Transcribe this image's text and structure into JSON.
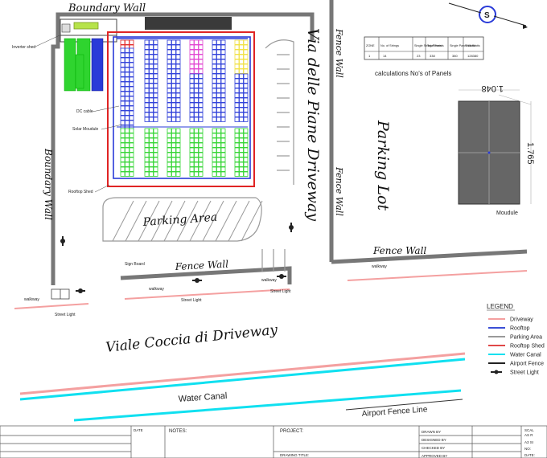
{
  "labels": {
    "boundary_wall_top": "Boundary Wall",
    "boundary_wall_side": "Boundary Wall",
    "inverter_shed": "Inverter shed",
    "dc_cable": "DC cable",
    "solar_module": "Solar Moudule",
    "rooftop_shed": "Rooftop Shed",
    "parking_area": "Parking Area",
    "via_delle_piane": "Via delle Piane Driveway",
    "fence_wall_right_top": "Fence Wall",
    "fence_wall_right_mid": "Fence Wall",
    "fence_wall_bottom": "Fence Wall",
    "fence_wall_right_bottom": "Fence Wall",
    "parking_lot": "Parking Lot",
    "sign_board": "Sign Board",
    "walkway_1": "walkway",
    "walkway_2": "walkway",
    "walkway_3": "walkway",
    "walkway_4": "walkway",
    "street_light_1": "Street Light",
    "street_light_2": "Street Light",
    "street_light_3": "Street Light",
    "viale_coccia": "Viale Coccia di Driveway",
    "water_canal": "Water Canal",
    "airport_fence_line": "Airport Fence Line",
    "calculations": "calculations No's of Panels",
    "module_width": "1.048",
    "module_height": "1.765",
    "module_caption": "Moudule",
    "compass": "S"
  },
  "calc_table": {
    "headers": [
      "ZONE",
      "No. of Strings",
      "Single String Panels",
      "Total Panels",
      "Single Panel Watts",
      "Total Watts"
    ],
    "row": [
      "1",
      "14",
      "23",
      "338",
      "380",
      "128380"
    ]
  },
  "legend": {
    "title": "LEGEND",
    "items": [
      {
        "label": "Driveway",
        "color": "#f4a0a0",
        "kind": "line"
      },
      {
        "label": "Rooftop",
        "color": "#3b4fd6",
        "kind": "line"
      },
      {
        "label": "Parking Area",
        "color": "#999999",
        "kind": "line"
      },
      {
        "label": "Rooftop Shed",
        "color": "#e04848",
        "kind": "line"
      },
      {
        "label": "Water Canal",
        "color": "#10e0f0",
        "kind": "line"
      },
      {
        "label": "Airport Fence",
        "color": "#222222",
        "kind": "line"
      },
      {
        "label": "Street Light",
        "color": "#222222",
        "kind": "symbol"
      }
    ]
  },
  "title_block": {
    "date": "DATE",
    "notes": "NOTES:",
    "project": "PROJECT:",
    "drawing_title": "DRAWING TITLE:",
    "drawn_by": "DRAWN BY",
    "designed_by": "DESIGNED BY",
    "checked_by": "CHECKED BY",
    "approved_by": "APPROVED BY",
    "scale": "SCAL",
    "scale_value": "AS R",
    "sheet": "A3 SI",
    "no": "NO:",
    "date2": "DATE:"
  },
  "colors": {
    "green": "#2fd42f",
    "blue": "#2a3bd8",
    "magenta": "#e040d0",
    "yellow": "#f0e040",
    "red": "#e02424",
    "canal": "#10e0f0",
    "driveway": "#f4a0a0"
  }
}
